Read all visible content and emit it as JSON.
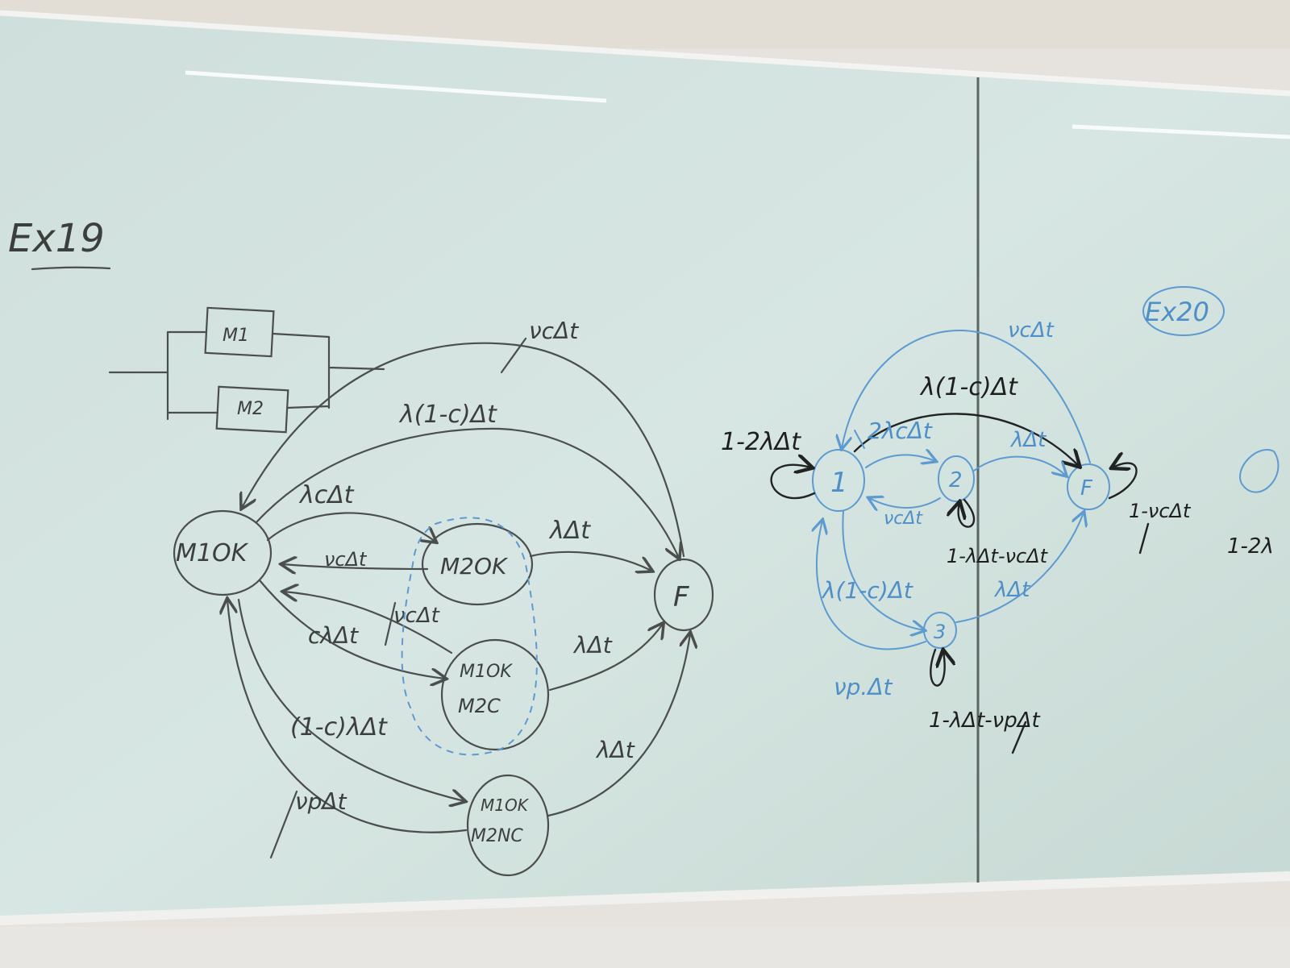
{
  "ex19": {
    "title": "Ex19",
    "blocks": {
      "m1": "M1",
      "m2": "M2"
    },
    "states": {
      "m1ok": "M1OK",
      "m2ok": "M2OK",
      "f": "F",
      "m1ok_m2c_line1": "M1OK",
      "m1ok_m2c_line2": "M2C",
      "m1ok_m2nc_line1": "M1OK",
      "m1ok_m2nc_line2": "M2NC"
    },
    "edges": {
      "outer_top": "νcΔt",
      "lambda_1_c": "λ(1-c)Δt",
      "lambda_c": "λcΔt",
      "nu_c_back": "νcΔt",
      "m2ok_to_f": "λΔt",
      "c_lambda": "cλΔt",
      "nu_c_mid": "νcΔt",
      "m2c_to_f": "λΔt",
      "one_minus_c": "(1-c)λΔt",
      "m2nc_to_f": "λΔt",
      "nu_p": "νpΔt"
    }
  },
  "ex20": {
    "title": "Ex20",
    "states": {
      "s1": "1",
      "s2": "2",
      "s3": "3",
      "f": "F"
    },
    "edges": {
      "top_nu_c": "νcΔt",
      "lambda_1_c_top": "λ(1-c)Δt",
      "two_lambda_c": "2λcΔt",
      "self_1": "1-2λΔt",
      "s2_to_f": "λΔt",
      "nu_c_back": "νcΔt",
      "self_f": "1-νcΔt",
      "self_2": "1-λΔt-νcΔt",
      "lambda_1_c": "λ(1-c)Δt",
      "s3_to_f": "λΔt",
      "nu_p": "νp.Δt",
      "self_3": "1-λΔt-νpΔt"
    },
    "cutoff_label": "1-2λ"
  }
}
